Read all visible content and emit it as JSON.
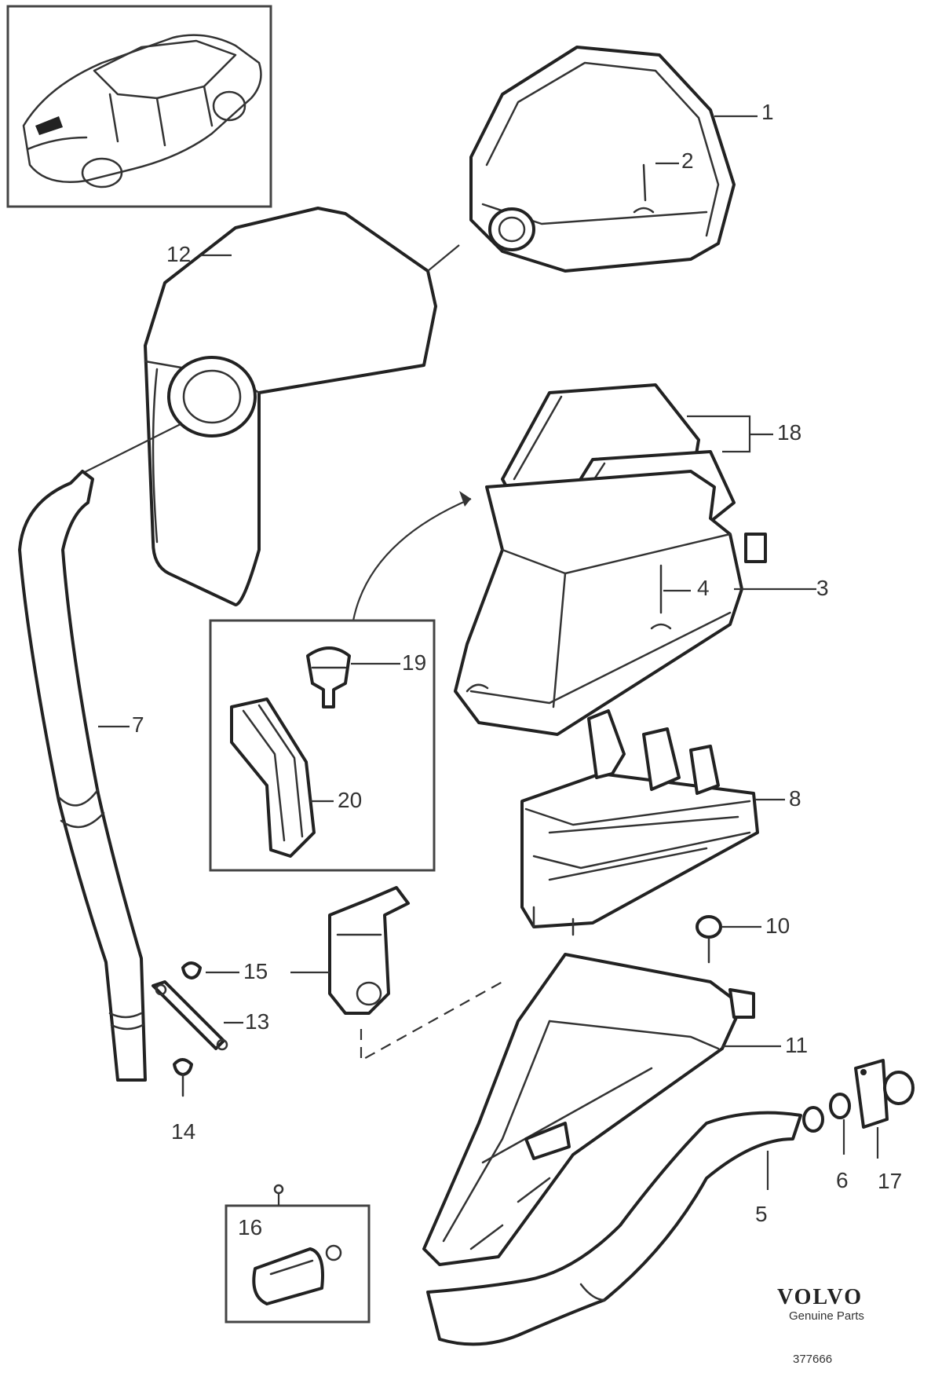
{
  "diagram": {
    "callouts": [
      "1",
      "2",
      "12",
      "18",
      "3",
      "4",
      "19",
      "20",
      "7",
      "8",
      "10",
      "15",
      "13",
      "11",
      "14",
      "6",
      "17",
      "16",
      "5"
    ],
    "brand": {
      "name": "VOLVO",
      "line1": "Genuine Parts",
      "code": "377666"
    }
  }
}
